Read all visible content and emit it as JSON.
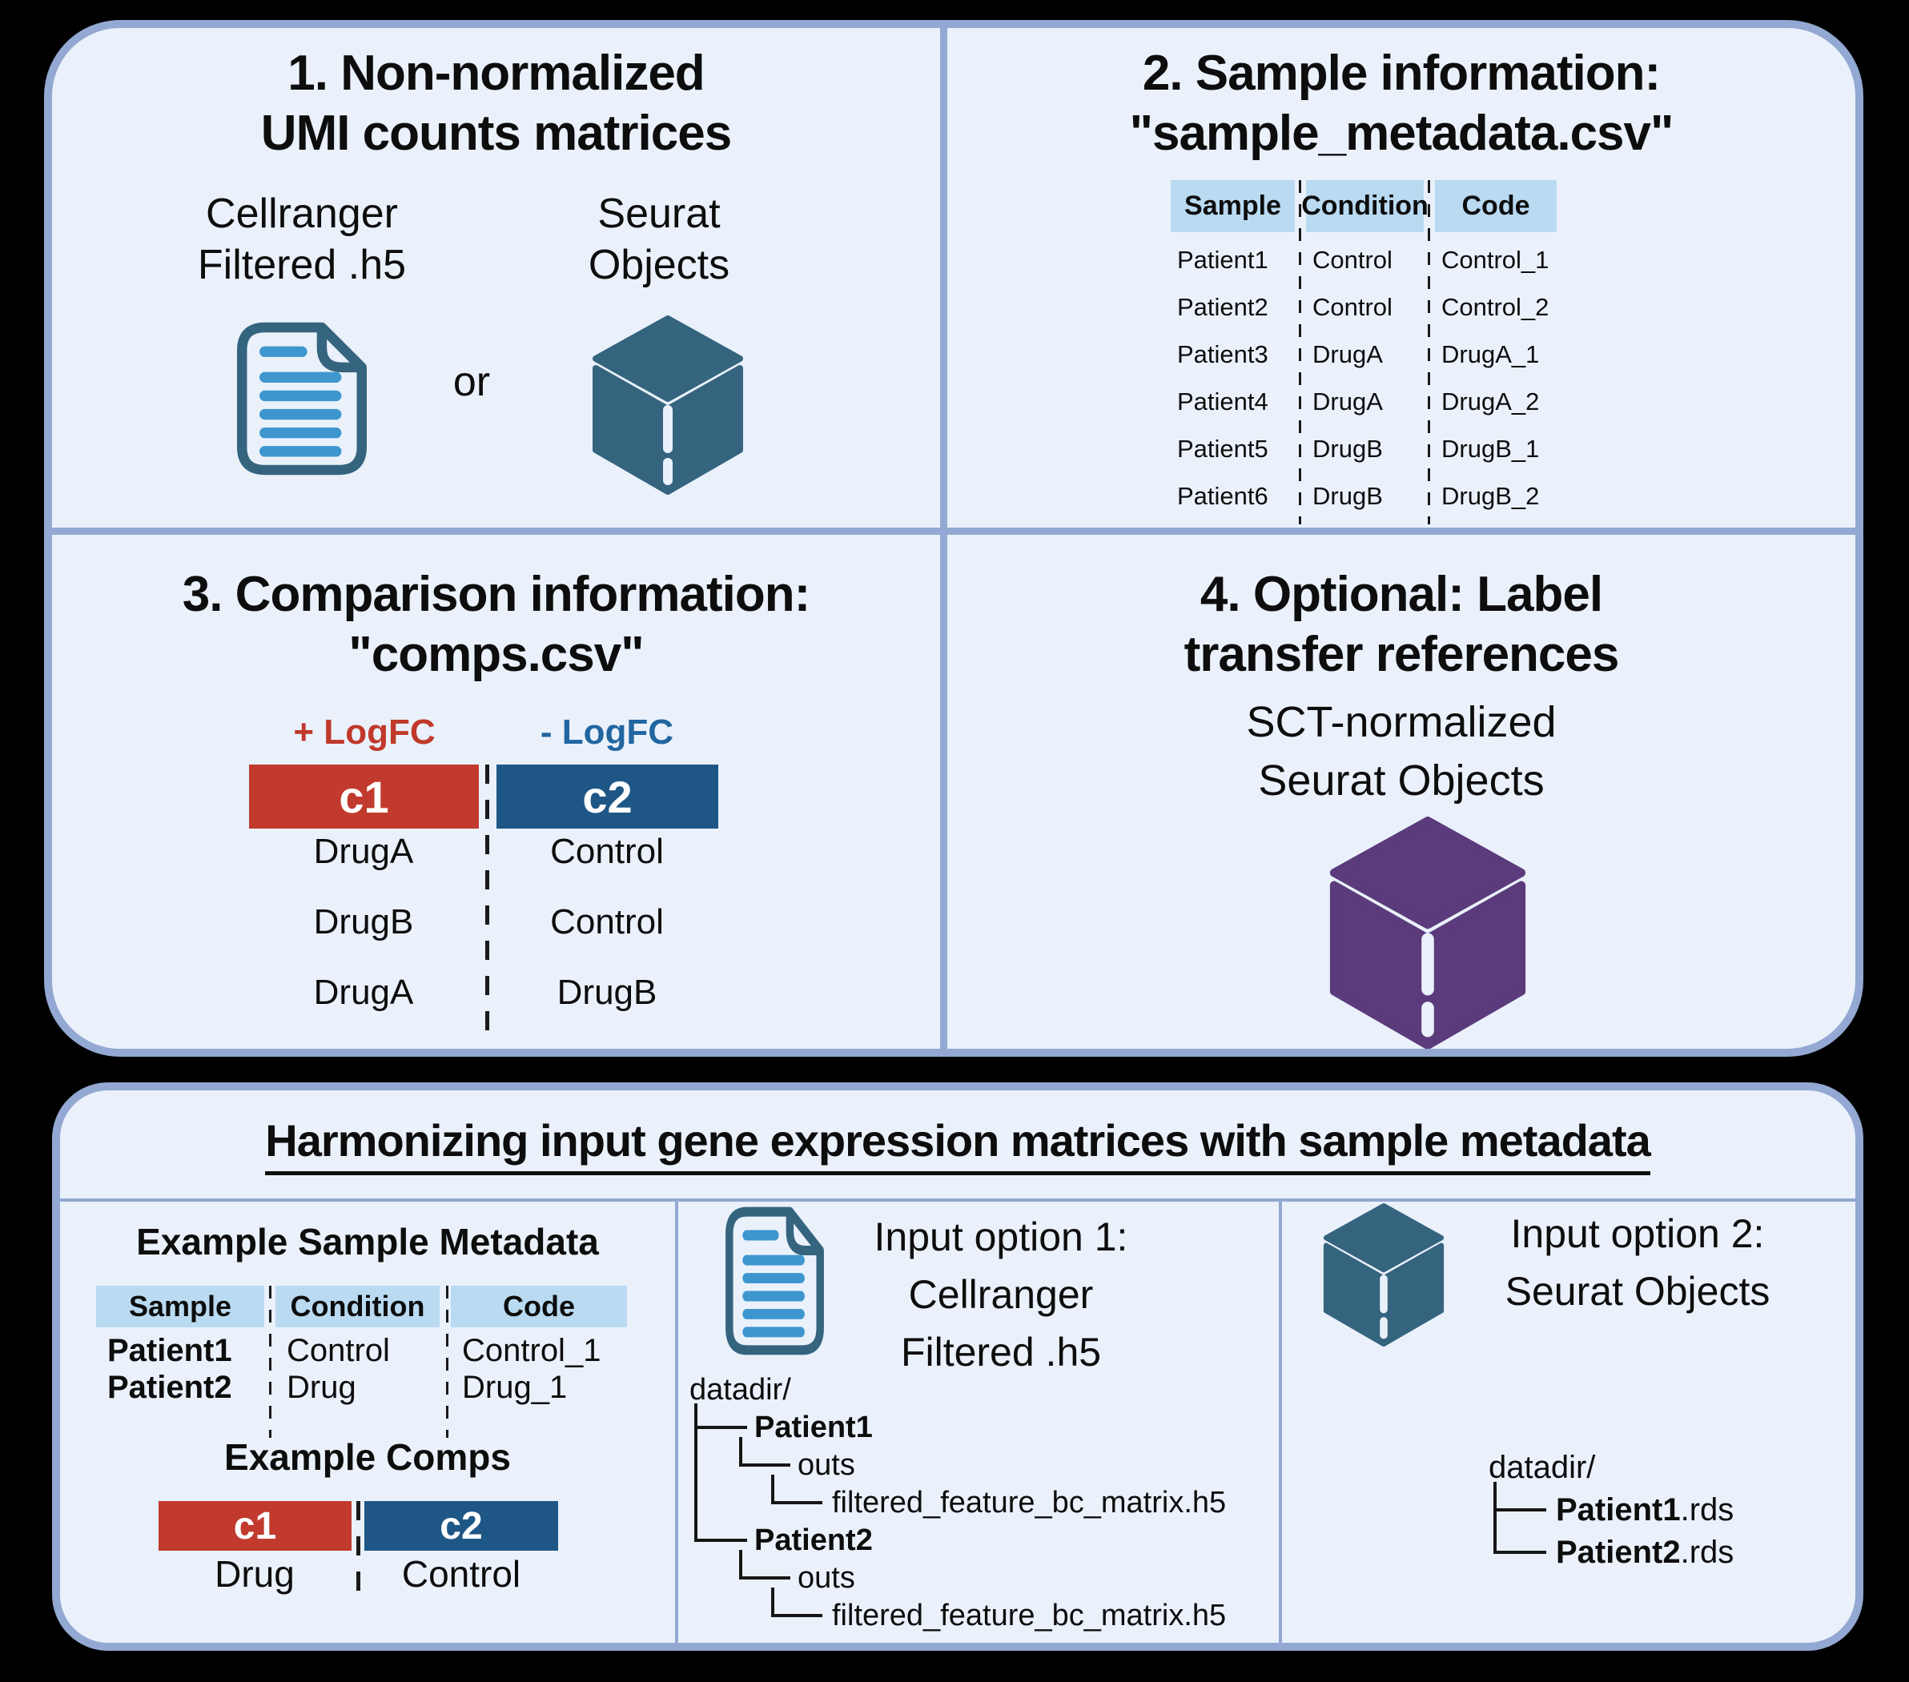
{
  "colors": {
    "background": "#000000",
    "panel_fill": "#eaf1fb",
    "panel_border": "#93a8d2",
    "table_header_blue": "#b9daf1",
    "bar_red": "#c13a2d",
    "bar_blue": "#1e5786",
    "logfc_red_text": "#c0392b",
    "logfc_blue_text": "#2166a0",
    "icon_teal": "#35647f",
    "doc_line_blue": "#3e96cf",
    "cube_purple": "#5b3b7c"
  },
  "top_panel": {
    "q1": {
      "title_line1": "1. Non-normalized",
      "title_line2": "UMI counts matrices",
      "option_a_line1": "Cellranger",
      "option_a_line2": "Filtered .h5",
      "or_label": "or",
      "option_b_line1": "Seurat",
      "option_b_line2": "Objects"
    },
    "q2": {
      "title_line1": "2. Sample information:",
      "title_line2": "\"sample_metadata.csv\"",
      "table": {
        "headers": [
          "Sample",
          "Condition",
          "Code"
        ],
        "rows": [
          [
            "Patient1",
            "Control",
            "Control_1"
          ],
          [
            "Patient2",
            "Control",
            "Control_2"
          ],
          [
            "Patient3",
            "DrugA",
            "DrugA_1"
          ],
          [
            "Patient4",
            "DrugA",
            "DrugA_2"
          ],
          [
            "Patient5",
            "DrugB",
            "DrugB_1"
          ],
          [
            "Patient6",
            "DrugB",
            "DrugB_2"
          ]
        ]
      }
    },
    "q3": {
      "title_line1": "3. Comparison information:",
      "title_line2": "\"comps.csv\"",
      "pos_label": "+ LogFC",
      "neg_label": "- LogFC",
      "c1_label": "c1",
      "c2_label": "c2",
      "rows": [
        [
          "DrugA",
          "Control"
        ],
        [
          "DrugB",
          "Control"
        ],
        [
          "DrugA",
          "DrugB"
        ]
      ]
    },
    "q4": {
      "title_line1": "4. Optional: Label",
      "title_line2": "transfer references",
      "subtitle_line1": "SCT-normalized",
      "subtitle_line2": "Seurat Objects"
    }
  },
  "bottom_panel": {
    "title": "Harmonizing input gene expression matrices with sample metadata",
    "metadata_example": {
      "title": "Example Sample Metadata",
      "headers": [
        "Sample",
        "Condition",
        "Code"
      ],
      "rows": [
        [
          "Patient1",
          "Control",
          "Control_1"
        ],
        [
          "Patient2",
          "Drug",
          "Drug_1"
        ]
      ]
    },
    "comps_example": {
      "title": "Example Comps",
      "c1_label": "c1",
      "c2_label": "c2",
      "c1_value": "Drug",
      "c2_value": "Control"
    },
    "option1": {
      "title_line1": "Input option 1:",
      "title_line2": "Cellranger",
      "title_line3": "Filtered .h5",
      "tree": {
        "r0": "datadir/",
        "r1": "Patient1",
        "r2": "outs",
        "r3": "filtered_feature_bc_matrix.h5",
        "r4": "Patient2",
        "r5": "outs",
        "r6": "filtered_feature_bc_matrix.h5"
      }
    },
    "option2": {
      "title_line1": "Input option 2:",
      "title_line2": "Seurat Objects",
      "tree": {
        "r0": "datadir/",
        "r1_name": "Patient1",
        "r1_ext": ".rds",
        "r2_name": "Patient2",
        "r2_ext": ".rds"
      }
    }
  }
}
